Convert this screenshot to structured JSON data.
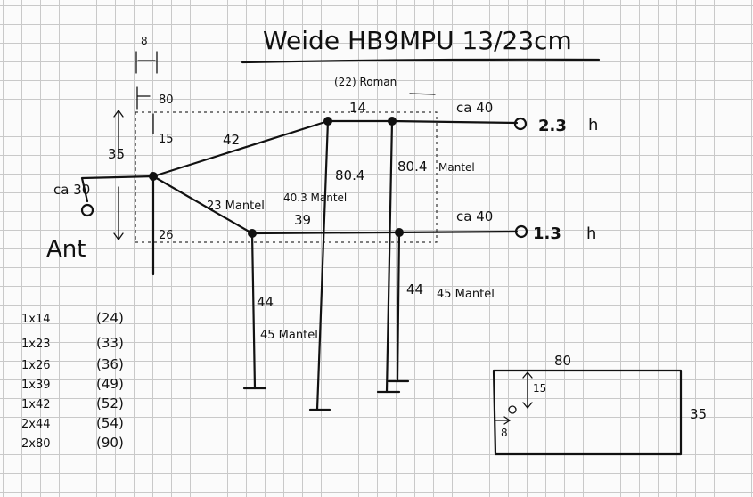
{
  "title": "Weide HB9MPU 13/23cm",
  "dims": {
    "top_8": "8",
    "top_80": "80",
    "left_35": "35",
    "left_15": "15",
    "roman": "(22) Roman",
    "seg_14": "14",
    "seg_42": "42",
    "seg_23": "23 Mantel",
    "seg_26": "26",
    "seg_39": "39",
    "mantel_403": "40.3 Mantel",
    "v_804a": "80.4",
    "v_804b": "80.4",
    "mantel_right": "Mantel",
    "v_44a": "44",
    "v_45a": "45 Mantel",
    "v_44b": "44",
    "v_45b": "45 Mantel",
    "ca_30": "ca 30",
    "ca_40a": "ca 40",
    "ca_40b": "ca 40",
    "band_23": "2.3",
    "band_23_unit": "h",
    "band_13": "1.3",
    "band_13_unit": "h",
    "ant": "Ant"
  },
  "cut_list": [
    {
      "qty": "1x14",
      "len": "(24)"
    },
    {
      "qty": "1x23",
      "len": "(33)"
    },
    {
      "qty": "1x26",
      "len": "(36)"
    },
    {
      "qty": "1x39",
      "len": "(49)"
    },
    {
      "qty": "1x42",
      "len": "(52)"
    },
    {
      "qty": "2x44",
      "len": "(54)"
    },
    {
      "qty": "2x80",
      "len": "(90)"
    }
  ],
  "box": {
    "width": "80",
    "height": "35",
    "v": "15",
    "h": "8"
  }
}
